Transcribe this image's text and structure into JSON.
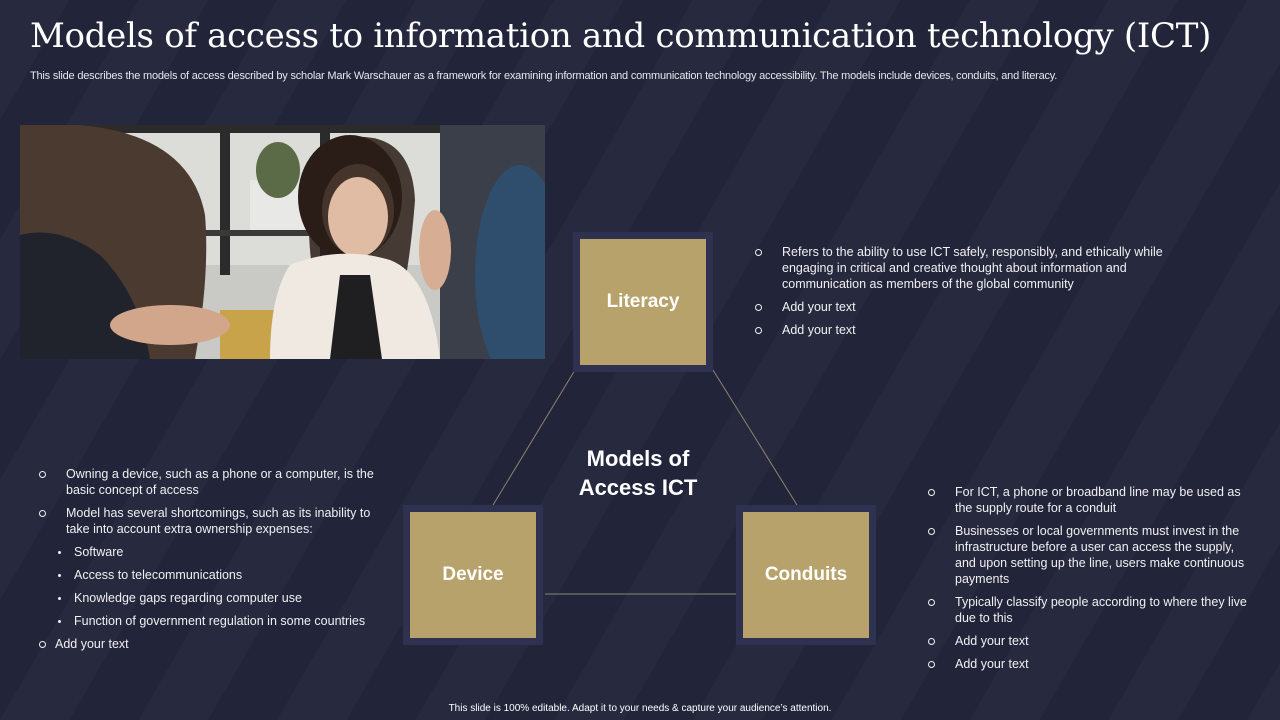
{
  "slide": {
    "title": "Models of access to information and communication technology (ICT)",
    "subtitle": "This slide describes the models of access described by scholar Mark Warschauer as a framework for examining information and communication technology accessibility. The models include devices, conduits, and literacy.",
    "footer": "This slide is 100% editable. Adapt it to your needs & capture your audience’s attention."
  },
  "colors": {
    "background": "#22253a",
    "box_fill": "#b8a26c",
    "box_border": "#2e3250",
    "connector": "#8a8270"
  },
  "diagram": {
    "center_line1": "Models of",
    "center_line2": "Access ICT",
    "literacy": {
      "label": "Literacy",
      "bullets": [
        "Refers to the ability to use ICT safely, responsibly, and ethically while engaging in critical and creative thought about information and communication as members of the global community",
        "Add your text",
        "Add your text"
      ]
    },
    "device": {
      "label": "Device",
      "bullets": [
        "Owning a device, such as a phone or a computer, is the basic concept of access",
        "Model has several shortcomings, such as its inability to take into account extra ownership expenses:"
      ],
      "sub_bullets": [
        "Software",
        "Access to telecommunications",
        "Knowledge gaps regarding computer use",
        "Function of government regulation in some countries"
      ],
      "tail": "Add your text"
    },
    "conduits": {
      "label": "Conduits",
      "bullets": [
        "For ICT, a phone or broadband line may be used as the supply route for a conduit",
        "Businesses or local governments must invest in the infrastructure before a user can access the supply, and upon setting up the line, users make continuous payments",
        "Typically classify people according to where they live due to this",
        "Add your text",
        "Add your text"
      ]
    }
  },
  "photo": {
    "icon": "office-meeting-photo"
  }
}
